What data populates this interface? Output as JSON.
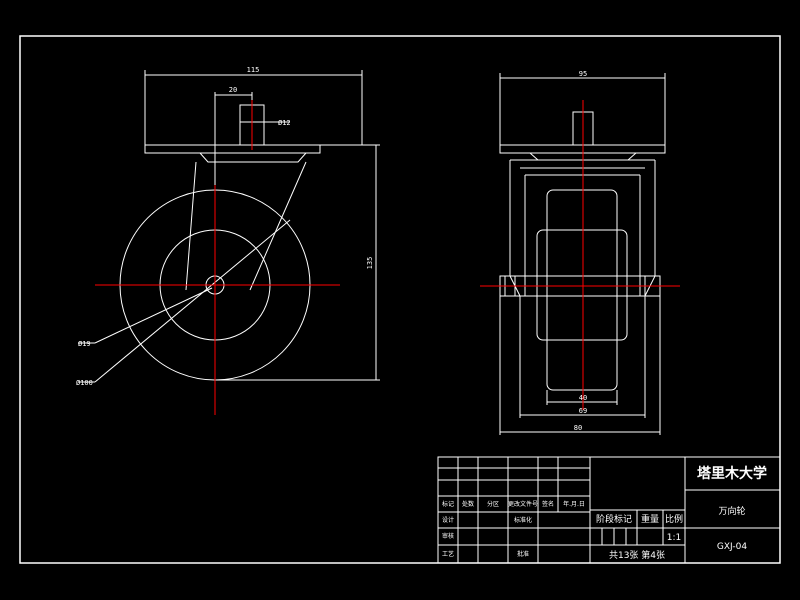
{
  "colors": {
    "background": "#000000",
    "line": "#ffffff",
    "centerline": "#ff0000"
  },
  "front_view": {
    "dims": {
      "width_top": "115",
      "stem_offset": "20",
      "stem_dia": "Ø12",
      "height": "135",
      "bore_dia": "Ø19",
      "wheel_dia": "Ø100"
    }
  },
  "side_view": {
    "dims": {
      "plate_width": "95",
      "wheel_width": "40",
      "fork_inner": "69",
      "axle_len": "80"
    }
  },
  "title_block": {
    "school": "塔里木大学",
    "part_name": "万向轮",
    "drawing_no": "GXJ-04",
    "stage_mark": "阶段标记",
    "weight": "重量",
    "scale_label": "比例",
    "scale": "1:1",
    "sheet_info": "共13张  第4张",
    "row_design": "设计",
    "col_name": "签名",
    "col_date": "年.月.日",
    "row_check": "审核",
    "row_process": "工艺",
    "row_approve": "批准",
    "label_mark": "标记",
    "label_count": "处数",
    "label_zone": "分区",
    "label_change": "更改文件号",
    "std": "标准化"
  }
}
